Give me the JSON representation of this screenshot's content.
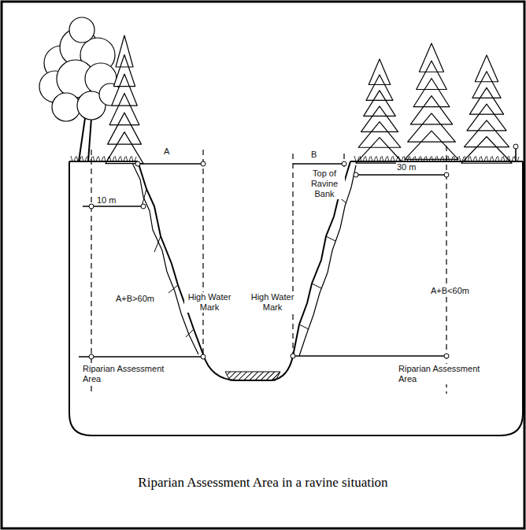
{
  "diagram": {
    "caption": "Riparian Assessment Area in a ravine situation",
    "labels": [
      "A",
      "10 m",
      "A+B>60m",
      "High Water Mark",
      "Riparian Assessment Area",
      "B",
      "Top of Ravine Bank",
      "30 m",
      "High Water Mark",
      "A+B<60m",
      "Riparian Assessment Area"
    ]
  }
}
